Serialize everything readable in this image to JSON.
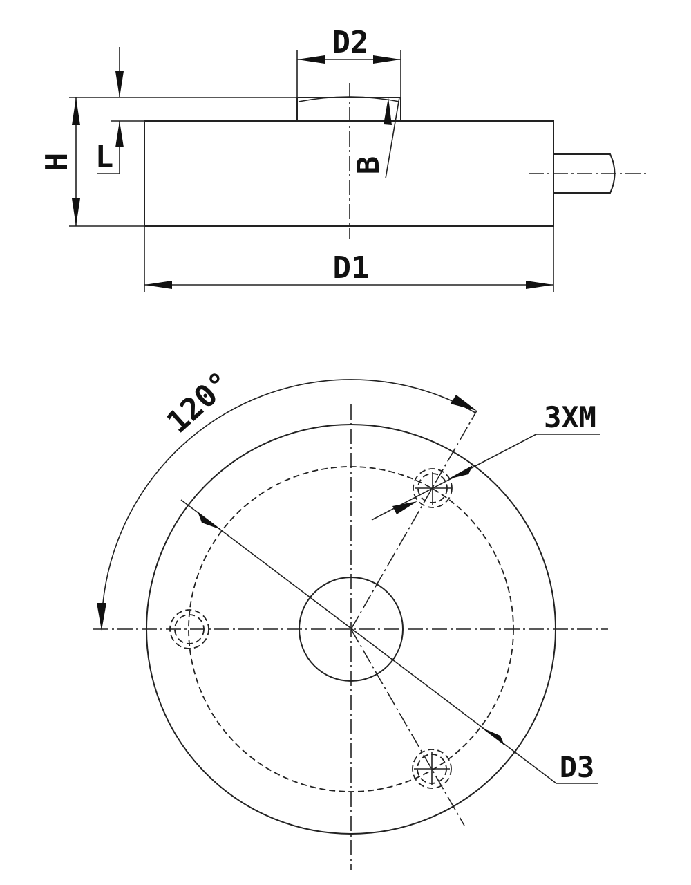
{
  "labels": {
    "d2": "D2",
    "d1": "D1",
    "h": "H",
    "l": "L",
    "b": "B",
    "angle": "120°",
    "thread": "3XM",
    "d3": "D3"
  }
}
